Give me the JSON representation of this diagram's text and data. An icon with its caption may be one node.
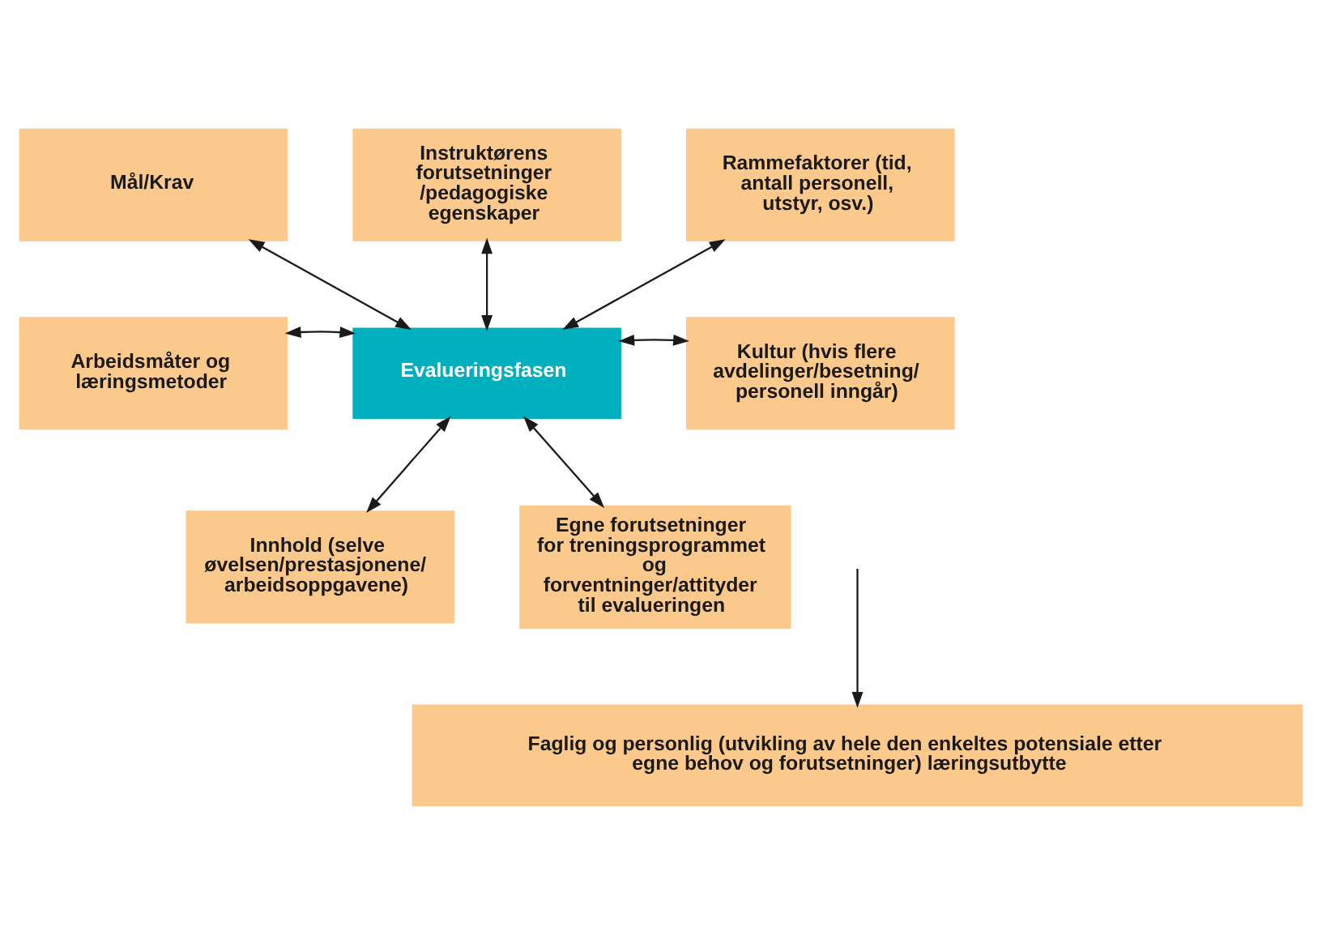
{
  "diagram": {
    "nodes": [
      {
        "text": [
          "Mål/Krav"
        ]
      },
      {
        "text": [
          "Instruktørens forutsetninger /pedagogiske egenskaper"
        ]
      },
      {
        "text": [
          "Rammefaktorer (tid, antall personell, utstyr, osv.)"
        ]
      },
      {
        "text": [
          "Arbeidsmåter og læringsmetoder"
        ]
      },
      {
        "text": [
          "Evalueringsfasen"
        ]
      },
      {
        "text": [
          "Kultur (hvis flere avdelinger/besetning/ personell inngår)"
        ]
      },
      {
        "text": [
          "Innhold (selve øvelsen/prestasjonene/ arbeidsoppgavene)"
        ]
      },
      {
        "text": [
          "Egne forutsetninger for treningsprogrammet og forventninger/attityder til evalueringen"
        ]
      },
      {
        "text": [
          "Faglig og personlig (utvikling av hele den enkeltes potensiale etter egne behov og forutsetninger) læringsutbytte"
        ]
      }
    ],
    "edges": [
      {
        "from": 0,
        "to": 4,
        "arrow": "both"
      },
      {
        "from": 1,
        "to": 4,
        "arrow": "both"
      },
      {
        "from": 2,
        "to": 4,
        "arrow": "both"
      },
      {
        "from": 3,
        "to": 4,
        "arrow": "both"
      },
      {
        "from": 4,
        "to": 5,
        "arrow": "both"
      },
      {
        "from": 4,
        "to": 6,
        "arrow": "both"
      },
      {
        "from": 4,
        "to": 7,
        "arrow": "both"
      },
      {
        "from": null,
        "to": 8,
        "arrow": "to"
      }
    ]
  }
}
